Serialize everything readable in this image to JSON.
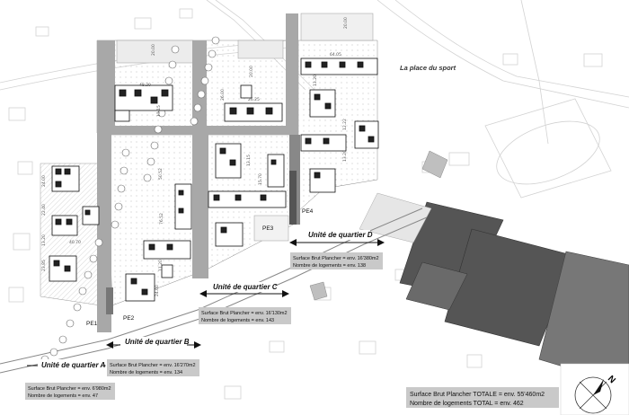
{
  "place_label": "La place du sport",
  "north_label": "N",
  "pe_labels": [
    "PE1",
    "PE2",
    "PE3",
    "PE4"
  ],
  "quarters": [
    {
      "name": "Unité de quartier A",
      "surface": "Surface Brut Plancher  = env. 6'980m2",
      "logements": "Nombre de logements  = env. 47"
    },
    {
      "name": "Unité de quartier B",
      "surface": "Surface Brut Plancher  = env. 16'270m2",
      "logements": "Nombre de logements  = env. 134"
    },
    {
      "name": "Unité de quartier C",
      "surface": "Surface Brut Plancher  = env. 16'130m2",
      "logements": "Nombre de logements  = env. 143"
    },
    {
      "name": "Unité de quartier D",
      "surface": "Surface Brut Plancher  = env. 16'380m2",
      "logements": "Nombre de logements  = env. 138"
    }
  ],
  "totals": {
    "surface": "Surface Brut Plancher TOTALE = env. 55'460m2",
    "logements": "Nombre de logements  TOTAL   = env. 462"
  },
  "dimensions": [
    "20.00",
    "48.20",
    "13.15",
    "26.25",
    "20.00",
    "64.05",
    "20.00",
    "26.00",
    "13.15",
    "76.52",
    "15.70",
    "24.00",
    "22.40",
    "13.20",
    "40.70",
    "23.85",
    "11.20",
    "50.52",
    "13.20",
    "24.00",
    "12.22",
    "13.20"
  ]
}
